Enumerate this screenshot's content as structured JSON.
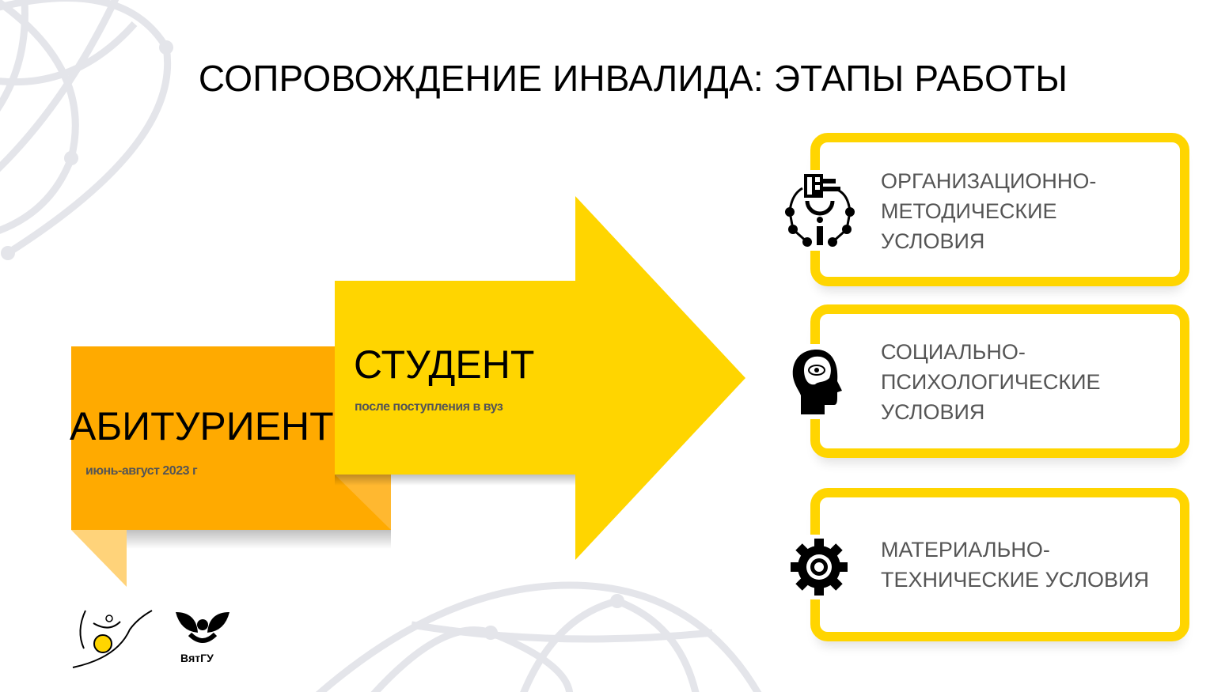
{
  "title": "СОПРОВОЖДЕНИЕ ИНВАЛИДА: ЭТАПЫ РАБОТЫ",
  "stages": [
    {
      "label": "АБИТУРИЕНТ",
      "subtitle": "июнь-август 2023 г",
      "color": "#FFAA00"
    },
    {
      "label": "СТУДЕНТ",
      "subtitle": "после поступления в вуз",
      "color": "#FFD500"
    }
  ],
  "conditions": [
    {
      "label": "ОРГАНИЗАЦИОННО-\nМЕТОДИЧЕСКИЕ\nУСЛОВИЯ",
      "icon": "methodology-icon"
    },
    {
      "label": "СОЦИАЛЬНО-\nПСИХОЛОГИЧЕСКИЕ\nУСЛОВИЯ",
      "icon": "head-eye-icon"
    },
    {
      "label": "МАТЕРИАЛЬНО-\nТЕХНИЧЕСКИЕ УСЛОВИЯ",
      "icon": "gear-icon"
    }
  ],
  "logos": {
    "vyatgu": "ВятГУ"
  },
  "colors": {
    "accent": "#FFD500",
    "orange": "#FFAA00",
    "text_gray": "#555555"
  }
}
